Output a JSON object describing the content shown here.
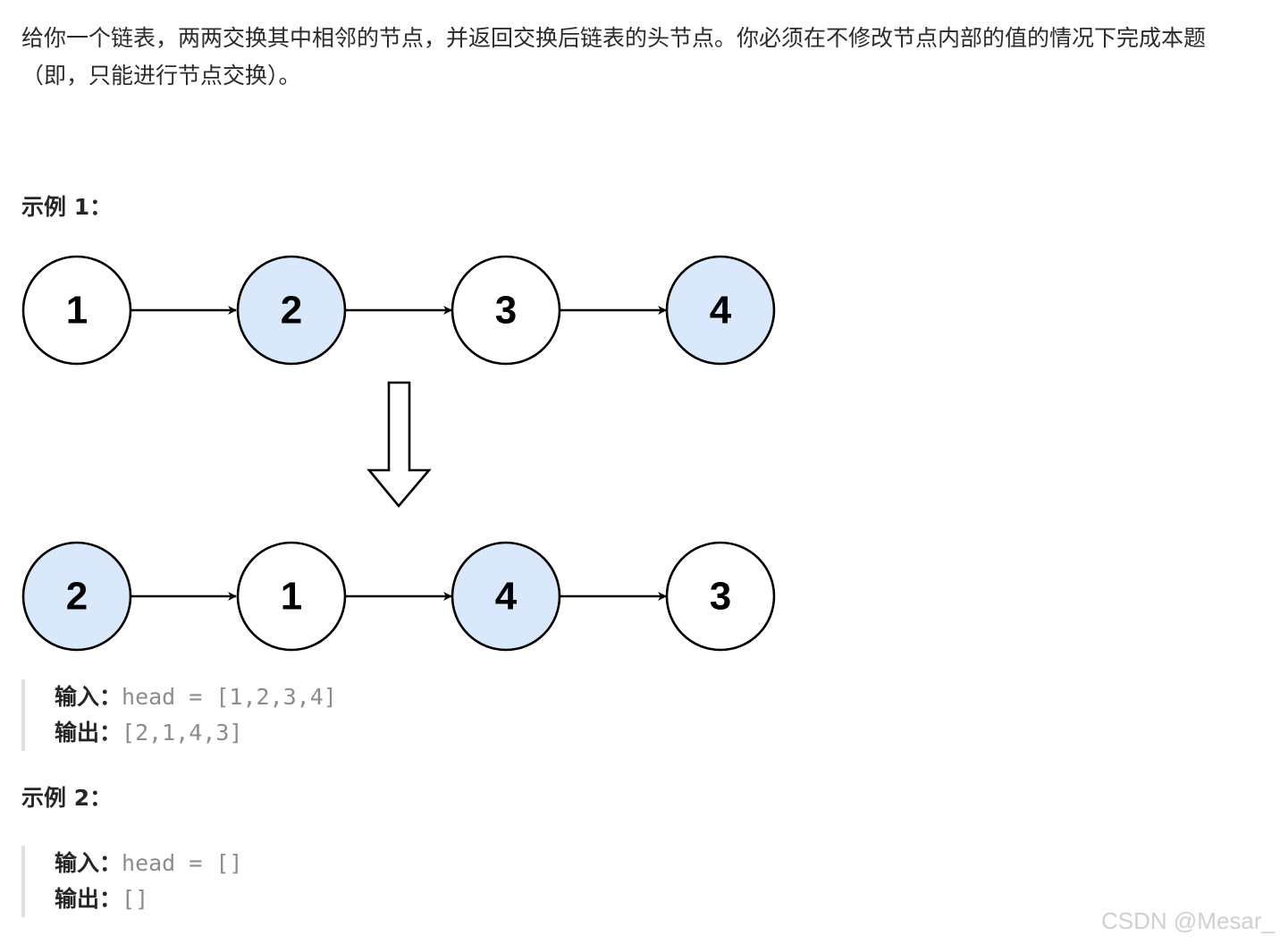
{
  "description": "给你一个链表，两两交换其中相邻的节点，并返回交换后链表的头节点。你必须在不修改节点内部的值的情况下完成本题（即，只能进行节点交换）。",
  "example1": {
    "title": "示例 1：",
    "diagram": {
      "before": [
        "1",
        "2",
        "3",
        "4"
      ],
      "after": [
        "2",
        "1",
        "4",
        "3"
      ],
      "highlight_color": "#dae8fc",
      "plain_color": "#ffffff"
    },
    "input_label": "输入：",
    "input_code": "head = [1,2,3,4]",
    "output_label": "输出：",
    "output_code": "[2,1,4,3]"
  },
  "example2": {
    "title": "示例 2：",
    "input_label": "输入：",
    "input_code": "head = []",
    "output_label": "输出：",
    "output_code": "[]"
  },
  "watermark": "CSDN @Mesar_"
}
